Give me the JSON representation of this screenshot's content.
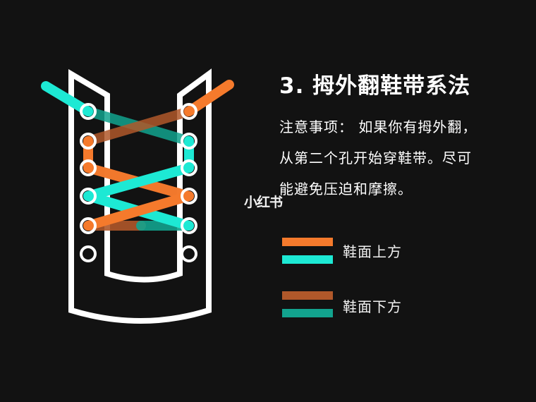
{
  "title": "3. 拇外翻鞋带系法",
  "note": {
    "lines": [
      "注意事项：  如果你有拇外翻，",
      "从第二个孔开始穿鞋带。尽可",
      "能避免压迫和摩擦。"
    ]
  },
  "watermark": "小红书",
  "legend": {
    "above": {
      "label": "鞋面上方",
      "colors": [
        "#f57a2c",
        "#1de9d4"
      ]
    },
    "below": {
      "label": "鞋面下方",
      "colors": [
        "#b0582a",
        "#12a38e"
      ]
    }
  },
  "colors": {
    "background": "#121212",
    "outline": "#ffffff",
    "orange_top": "#f57a2c",
    "cyan_top": "#1de9d4",
    "orange_under": "#b0582a",
    "cyan_under": "#12a38e"
  }
}
